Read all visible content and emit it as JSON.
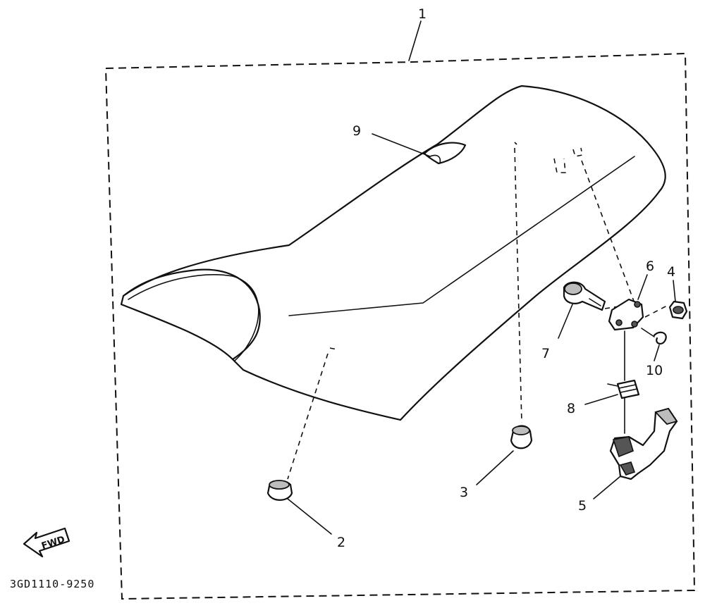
{
  "diagram": {
    "part_code": "3GD1110-9250",
    "fwd_label": "FWD",
    "callouts": {
      "c1": "1",
      "c2": "2",
      "c3": "3",
      "c4": "4",
      "c5": "5",
      "c6": "6",
      "c7": "7",
      "c8": "8",
      "c9": "9",
      "c10": "10"
    }
  }
}
